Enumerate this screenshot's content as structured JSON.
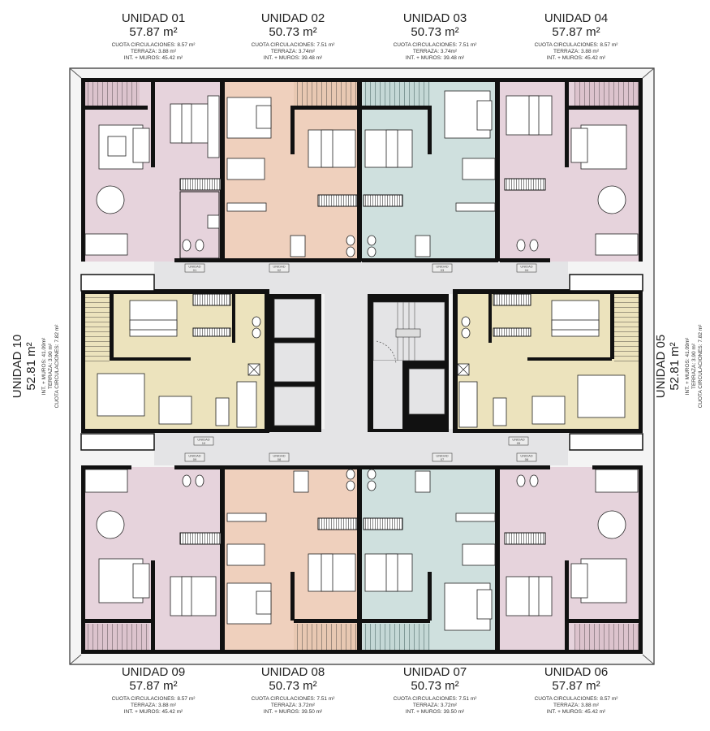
{
  "plan": {
    "colors": {
      "pink": "#e6d3dc",
      "peach": "#efd0bd",
      "mint": "#cfe0de",
      "yellow": "#ece3bd",
      "corridor": "#e4e4e6",
      "wall": "#111111",
      "terrace_pink": "#dcc3cd",
      "terrace_peach": "#e8c8b2",
      "terrace_mint": "#c4d8d6"
    }
  },
  "units_top": [
    {
      "id": "01",
      "name": "UNIDAD 01",
      "area": "57.87 m²",
      "cuota": "CUOTA CIRCULACIONES: 8.57 m²",
      "terraza": "TERRAZA: 3.88 m²",
      "int_muros": "INT. + MUROS: 45.42 m²"
    },
    {
      "id": "02",
      "name": "UNIDAD 02",
      "area": "50.73 m²",
      "cuota": "CUOTA CIRCULACIONES: 7.51 m²",
      "terraza": "TERRAZA: 3.74m²",
      "int_muros": "INT. + MUROS: 39.48 m²"
    },
    {
      "id": "03",
      "name": "UNIDAD 03",
      "area": "50.73 m²",
      "cuota": "CUOTA CIRCULACIONES: 7.51 m²",
      "terraza": "TERRAZA: 3.74m²",
      "int_muros": "INT. + MUROS: 39.48 m²"
    },
    {
      "id": "04",
      "name": "UNIDAD 04",
      "area": "57.87 m²",
      "cuota": "CUOTA CIRCULACIONES: 8.57 m²",
      "terraza": "TERRAZA: 3.88 m²",
      "int_muros": "INT. + MUROS: 45.42 m²"
    }
  ],
  "units_bottom": [
    {
      "id": "09",
      "name": "UNIDAD 09",
      "area": "57.87 m²",
      "cuota": "CUOTA CIRCULACIONES: 8.57 m²",
      "terraza": "TERRAZA: 3.88 m²",
      "int_muros": "INT. + MUROS: 45.42 m²"
    },
    {
      "id": "08",
      "name": "UNIDAD 08",
      "area": "50.73 m²",
      "cuota": "CUOTA CIRCULACIONES: 7.51 m²",
      "terraza": "TERRAZA: 3.72m²",
      "int_muros": "INT. + MUROS: 39.50 m²"
    },
    {
      "id": "07",
      "name": "UNIDAD 07",
      "area": "50.73 m²",
      "cuota": "CUOTA CIRCULACIONES: 7.51 m²",
      "terraza": "TERRAZA: 3.72m²",
      "int_muros": "INT. + MUROS: 39.50 m²"
    },
    {
      "id": "06",
      "name": "UNIDAD 06",
      "area": "57.87 m²",
      "cuota": "CUOTA CIRCULACIONES: 8.57 m²",
      "terraza": "TERRAZA: 3.88 m²",
      "int_muros": "INT. + MUROS: 45.42 m²"
    }
  ],
  "units_side": {
    "left": {
      "id": "10",
      "name": "UNIDAD 10",
      "area": "52.81 m²",
      "int_muros": "INT. + MUROS: 41.09m²",
      "terraza": "TERRAZA: 3.90 m²",
      "cuota": "CUOTA CIRCULACIONES: 7.82 m²"
    },
    "right": {
      "id": "05",
      "name": "UNIDAD 05",
      "area": "52.81 m²",
      "int_muros": "INT. + MUROS: 41.09m²",
      "terraza": "TERRAZA: 3.90 m²",
      "cuota": "CUOTA CIRCULACIONES: 7.82 m²"
    }
  },
  "corridor_tags": {
    "word": "UNIDAD",
    "t01": "01",
    "t02": "02",
    "t03": "03",
    "t04": "04",
    "t05": "05",
    "t06": "06",
    "t07": "07",
    "t08": "08",
    "t09": "09",
    "t10": "10"
  }
}
